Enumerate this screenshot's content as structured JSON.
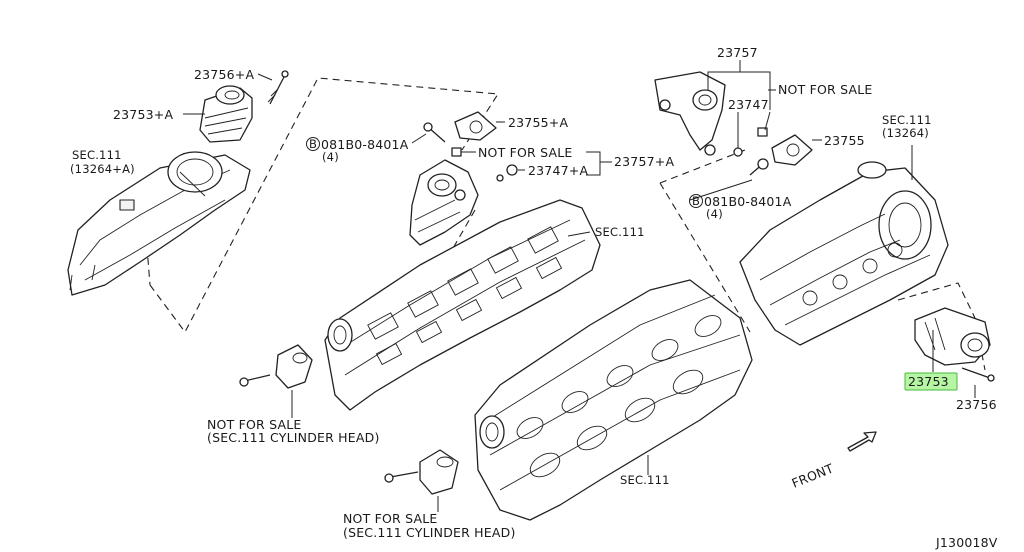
{
  "callouts": {
    "c23756a": "23756+A",
    "c23753a": "23753+A",
    "c23755a": "23755+A",
    "c23757a": "23757+A",
    "c23747a": "23747+A",
    "c23757": "23757",
    "c23747": "23747",
    "c23755": "23755",
    "c23753": "23753",
    "c23756": "23756",
    "bolt_left": "081B0-8401A",
    "bolt_left_qty": "(4)",
    "bolt_right": "081B0-8401A",
    "bolt_right_qty": "(4)",
    "nfs_center": "NOT FOR SALE",
    "nfs_top_right": "NOT FOR SALE",
    "nfs_left": "NOT FOR SALE",
    "nfs_left_sub": "(SEC.111 CYLINDER HEAD)",
    "nfs_bottom": "NOT FOR SALE",
    "nfs_bottom_sub": "(SEC.111 CYLINDER HEAD)",
    "sec_left": "SEC.111",
    "sec_left_sub": "(13264+A)",
    "sec_right": "SEC.111",
    "sec_right_sub": "(13264)",
    "sec_mid": "SEC.111",
    "sec_bottom": "SEC.111"
  },
  "bolt_marker": "B",
  "front_label": "FRONT",
  "diagram_id": "J130018V",
  "highlight_color": "#b6f5a4"
}
